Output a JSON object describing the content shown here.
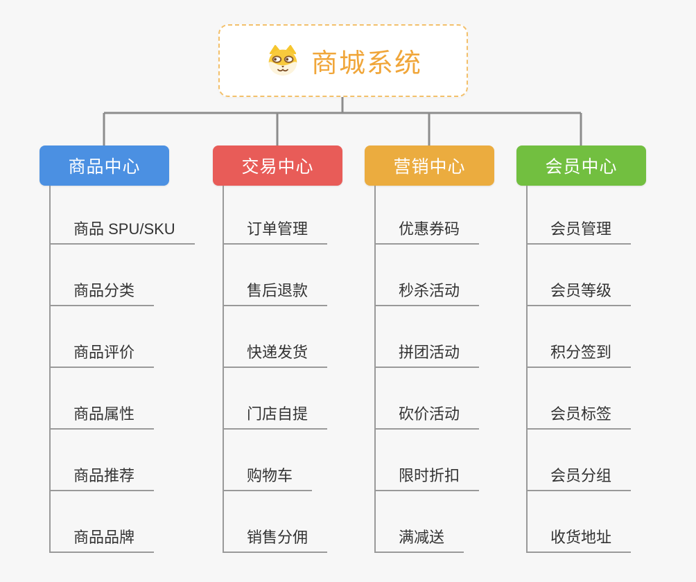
{
  "canvas": {
    "background": "#f7f7f7",
    "connector_color": "#8c8c8c",
    "line_color": "#999999"
  },
  "root": {
    "title": "商城系统",
    "icon": "shiba-dog-icon",
    "text_color": "#f0a63a",
    "border_color": "#f3c06a",
    "background": "#ffffff"
  },
  "branches": [
    {
      "label": "商品中心",
      "color": "#4b90e2",
      "items": [
        "商品 SPU/SKU",
        "商品分类",
        "商品评价",
        "商品属性",
        "商品推荐",
        "商品品牌"
      ]
    },
    {
      "label": "交易中心",
      "color": "#e85c58",
      "items": [
        "订单管理",
        "售后退款",
        "快递发货",
        "门店自提",
        "购物车",
        "销售分佣"
      ]
    },
    {
      "label": "营销中心",
      "color": "#ebac3f",
      "items": [
        "优惠券码",
        "秒杀活动",
        "拼团活动",
        "砍价活动",
        "限时折扣",
        "满减送"
      ]
    },
    {
      "label": "会员中心",
      "color": "#72bf40",
      "items": [
        "会员管理",
        "会员等级",
        "积分签到",
        "会员标签",
        "会员分组",
        "收货地址"
      ]
    }
  ]
}
